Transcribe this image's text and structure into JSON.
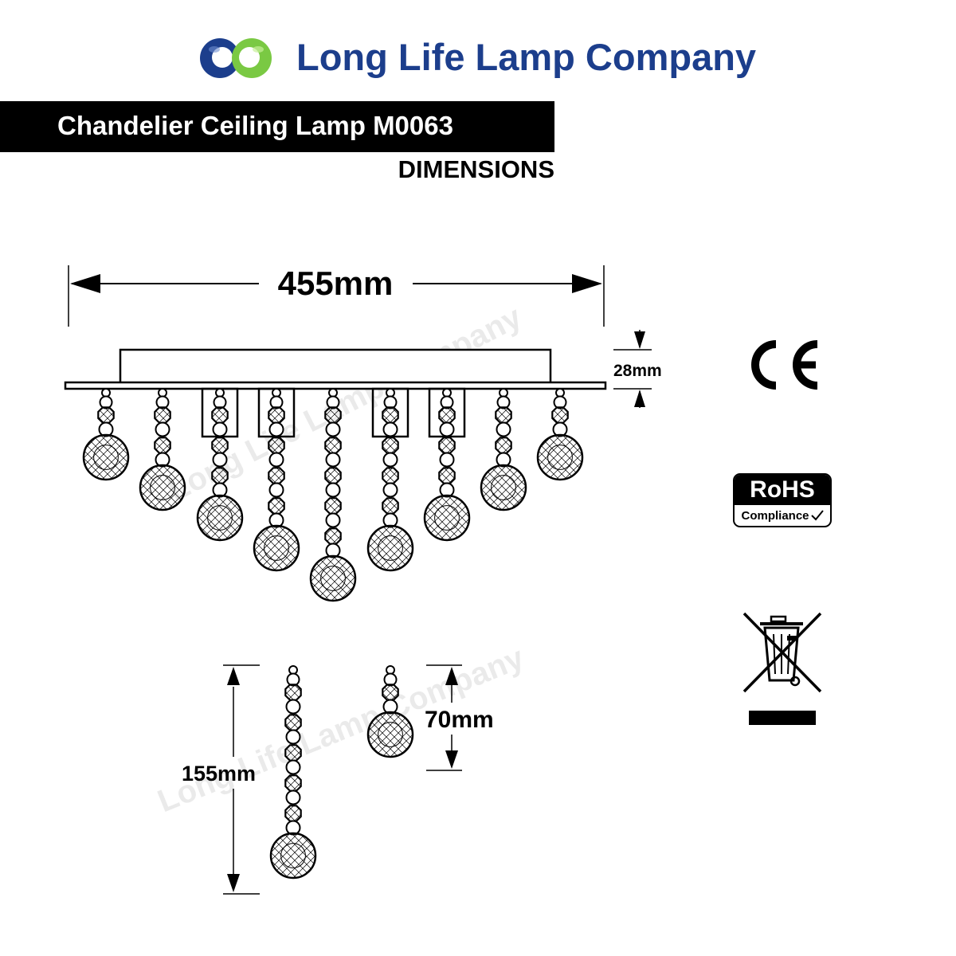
{
  "header": {
    "company_name": "Long Life Lamp Company",
    "brand_color": "#1c3e8c",
    "logo_colors": [
      "#1c3e8c",
      "#7ac943"
    ]
  },
  "title_bar": {
    "product_title": "Chandelier Ceiling Lamp M0063"
  },
  "subtitle": "DIMENSIONS",
  "dimensions": {
    "width": "455mm",
    "height": "28mm",
    "long_drop": "155mm",
    "short_drop": "70mm"
  },
  "watermark": "Long Life Lamp Company",
  "certifications": {
    "ce_mark": "CE",
    "rohs_title": "RoHS",
    "rohs_subtitle": "Compliance",
    "weee_icon": "crossed-out-wheelie-bin-icon"
  }
}
